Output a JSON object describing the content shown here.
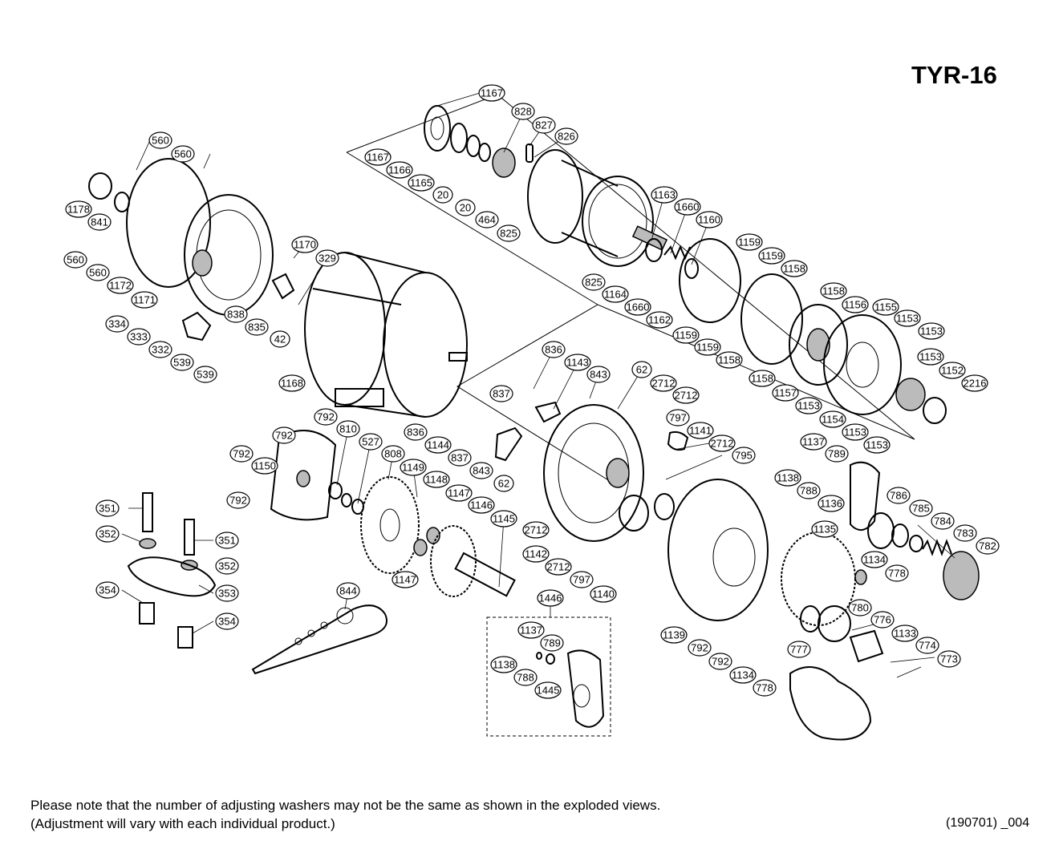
{
  "title": "TYR-16",
  "footnote_line1": "Please note that the number of adjusting washers may not be the same as shown in the exploded views.",
  "footnote_line2": "(Adjustment will vary with each individual product.)",
  "doc_code": "(190701) _004",
  "callouts": [
    {
      "label": "1167"
    },
    {
      "label": "828"
    },
    {
      "label": "827"
    },
    {
      "label": "826"
    },
    {
      "label": "1167"
    },
    {
      "label": "1166"
    },
    {
      "label": "1165"
    },
    {
      "label": "20"
    },
    {
      "label": "20"
    },
    {
      "label": "464"
    },
    {
      "label": "825"
    },
    {
      "label": "1163"
    },
    {
      "label": "1660"
    },
    {
      "label": "1160"
    },
    {
      "label": "1159"
    },
    {
      "label": "1159"
    },
    {
      "label": "1158"
    },
    {
      "label": "1158"
    },
    {
      "label": "1156"
    },
    {
      "label": "1155"
    },
    {
      "label": "1153"
    },
    {
      "label": "1153"
    },
    {
      "label": "825"
    },
    {
      "label": "1164"
    },
    {
      "label": "1660"
    },
    {
      "label": "1162"
    },
    {
      "label": "1159"
    },
    {
      "label": "1159"
    },
    {
      "label": "1158"
    },
    {
      "label": "1158"
    },
    {
      "label": "1157"
    },
    {
      "label": "1153"
    },
    {
      "label": "1154"
    },
    {
      "label": "1153"
    },
    {
      "label": "1153"
    },
    {
      "label": "1153"
    },
    {
      "label": "1152"
    },
    {
      "label": "2216"
    },
    {
      "label": "560"
    },
    {
      "label": "560"
    },
    {
      "label": "1178"
    },
    {
      "label": "841"
    },
    {
      "label": "560"
    },
    {
      "label": "560"
    },
    {
      "label": "1172"
    },
    {
      "label": "1171"
    },
    {
      "label": "1170"
    },
    {
      "label": "329"
    },
    {
      "label": "838"
    },
    {
      "label": "835"
    },
    {
      "label": "42"
    },
    {
      "label": "334"
    },
    {
      "label": "333"
    },
    {
      "label": "332"
    },
    {
      "label": "539"
    },
    {
      "label": "539"
    },
    {
      "label": "1168"
    },
    {
      "label": "836"
    },
    {
      "label": "1143"
    },
    {
      "label": "843"
    },
    {
      "label": "62"
    },
    {
      "label": "2712"
    },
    {
      "label": "837"
    },
    {
      "label": "2712"
    },
    {
      "label": "797"
    },
    {
      "label": "1141"
    },
    {
      "label": "2712"
    },
    {
      "label": "795"
    },
    {
      "label": "836"
    },
    {
      "label": "1144"
    },
    {
      "label": "837"
    },
    {
      "label": "843"
    },
    {
      "label": "62"
    },
    {
      "label": "792"
    },
    {
      "label": "810"
    },
    {
      "label": "792"
    },
    {
      "label": "527"
    },
    {
      "label": "808"
    },
    {
      "label": "792"
    },
    {
      "label": "1150"
    },
    {
      "label": "1149"
    },
    {
      "label": "1148"
    },
    {
      "label": "1147"
    },
    {
      "label": "1146"
    },
    {
      "label": "1145"
    },
    {
      "label": "792"
    },
    {
      "label": "2712"
    },
    {
      "label": "1142"
    },
    {
      "label": "2712"
    },
    {
      "label": "797"
    },
    {
      "label": "1140"
    },
    {
      "label": "1147"
    },
    {
      "label": "351"
    },
    {
      "label": "352"
    },
    {
      "label": "351"
    },
    {
      "label": "352"
    },
    {
      "label": "354"
    },
    {
      "label": "353"
    },
    {
      "label": "354"
    },
    {
      "label": "844"
    },
    {
      "label": "1446"
    },
    {
      "label": "1137"
    },
    {
      "label": "789"
    },
    {
      "label": "1138"
    },
    {
      "label": "788"
    },
    {
      "label": "1445"
    },
    {
      "label": "1137"
    },
    {
      "label": "789"
    },
    {
      "label": "1138"
    },
    {
      "label": "788"
    },
    {
      "label": "1136"
    },
    {
      "label": "786"
    },
    {
      "label": "785"
    },
    {
      "label": "784"
    },
    {
      "label": "783"
    },
    {
      "label": "782"
    },
    {
      "label": "1135"
    },
    {
      "label": "1134"
    },
    {
      "label": "778"
    },
    {
      "label": "780"
    },
    {
      "label": "776"
    },
    {
      "label": "1133"
    },
    {
      "label": "774"
    },
    {
      "label": "773"
    },
    {
      "label": "777"
    },
    {
      "label": "1139"
    },
    {
      "label": "792"
    },
    {
      "label": "792"
    },
    {
      "label": "1134"
    },
    {
      "label": "778"
    }
  ]
}
